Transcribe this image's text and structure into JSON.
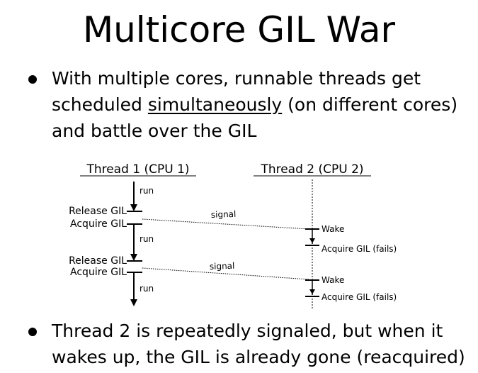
{
  "slide": {
    "title": "Multicore GIL War",
    "bullets": [
      {
        "lines": [
          "With multiple cores, runnable threads get",
          [
            "scheduled ",
            "simultaneously",
            " (on different cores)"
          ],
          "and battle over the GIL"
        ]
      },
      {
        "lines": [
          "Thread 2 is repeatedly signaled, but when it",
          "wakes up, the GIL is already gone (reacquired)"
        ]
      }
    ]
  },
  "diagram": {
    "thread1_header": "Thread 1 (CPU 1)",
    "thread2_header": "Thread 2 (CPU 2)",
    "thread1_labels": {
      "run_1": "run",
      "release_1": "Release GIL",
      "acquire_1": "Acquire GIL",
      "run_2": "run",
      "release_2": "Release GIL",
      "acquire_2": "Acquire GIL",
      "run_3": "run"
    },
    "signal_labels": [
      "signal",
      "signal"
    ],
    "thread2_labels": {
      "wake_1": "Wake",
      "acquire_fail_1": "Acquire GIL (fails)",
      "wake_2": "Wake",
      "acquire_fail_2": "Acquire GIL (fails)"
    }
  }
}
